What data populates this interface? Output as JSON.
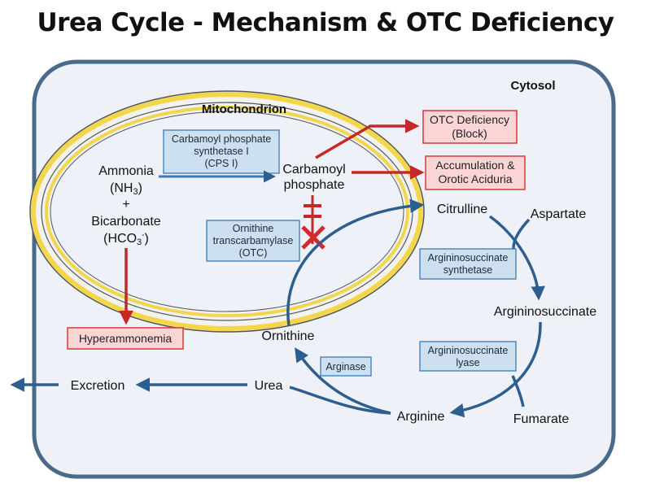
{
  "title": "Urea Cycle - Mechanism & OTC Deficiency",
  "compartments": {
    "cytosol": "Cytosol",
    "mitochondrion": "Mitochondrion"
  },
  "substrates": {
    "ammonia_line1": "Ammonia",
    "ammonia_line2_main": "(NH",
    "ammonia_line2_sub": "3",
    "ammonia_line2_end": ")",
    "plus": "+",
    "bicarbonate_line1": "Bicarbonate",
    "bicarbonate_line2_main": "(HCO",
    "bicarbonate_line2_sub": "3",
    "bicarbonate_line2_sup": "-",
    "bicarbonate_line2_end": ")"
  },
  "metabolites": {
    "carbamoyl_line1": "Carbamoyl",
    "carbamoyl_line2": "phosphate",
    "citrulline": "Citrulline",
    "aspartate": "Aspartate",
    "argininosuccinate": "Argininosuccinate",
    "fumarate": "Fumarate",
    "arginine": "Arginine",
    "ornithine": "Ornithine",
    "urea": "Urea",
    "excretion": "Excretion"
  },
  "enzymes": {
    "cps1_line1": "Carbamoyl phosphate",
    "cps1_line2": "synthetase I",
    "cps1_line3": "(CPS I)",
    "otc_line1": "Ornithine",
    "otc_line2": "transcarbamylase",
    "otc_line3": "(OTC)",
    "ass_line1": "Argininosuccinate",
    "ass_line2": "synthetase",
    "asl_line1": "Argininosuccinate",
    "asl_line2": "lyase",
    "arginase": "Arginase"
  },
  "pathology": {
    "otc_def_line1": "OTC Deficiency",
    "otc_def_line2": "(Block)",
    "accum_line1": "Accumulation &",
    "accum_line2": "Orotic Aciduria",
    "hyperammonemia": "Hyperammonemia"
  },
  "colors": {
    "cell_border": "#4a6a8a",
    "cell_fill": "#eef2f8",
    "mito_yellow": "#f4d64a",
    "pathway_blue": "#2c5f8f",
    "enzyme_fill": "#cce0f0",
    "enzyme_border": "#3a7ab8",
    "block_red": "#d42a2a",
    "red_box_fill": "#fbd5d5",
    "red_box_border": "#d43a3a"
  }
}
